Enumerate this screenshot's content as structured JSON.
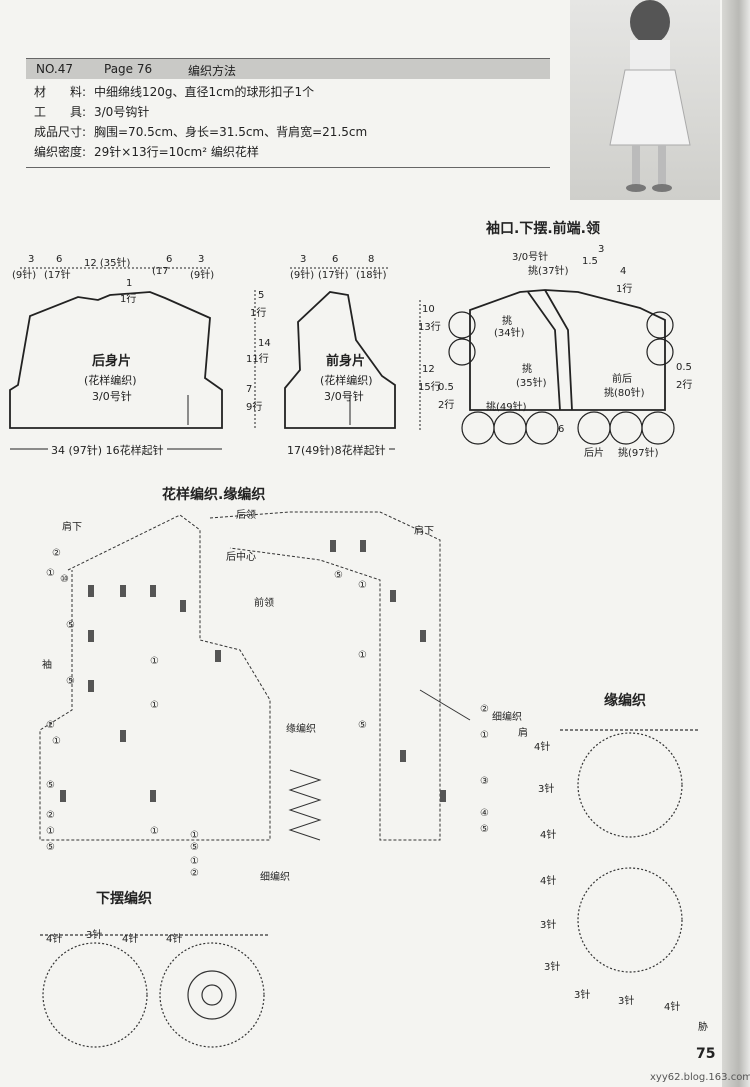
{
  "header": {
    "no": "NO.47",
    "page": "Page 76",
    "method": "编织方法",
    "rows": [
      {
        "label": "材　　料:",
        "value": "中细绵线120g、直径1cm的球形扣子1个"
      },
      {
        "label": "工　　具:",
        "value": "3/0号钩针"
      },
      {
        "label": "成品尺寸:",
        "value": "胸围=70.5cm、身长=31.5cm、背肩宽=21.5cm"
      },
      {
        "label": "编织密度:",
        "value": "29针×13行=10cm² 编织花样"
      }
    ]
  },
  "back": {
    "title": "后身片",
    "pattern": "(花样编织)",
    "hook": "3/0号针",
    "bottom": "34 (97针) 16花样起针",
    "top_dims": [
      "3",
      "6",
      "12 (35针)",
      "6",
      "3"
    ],
    "top_sts": [
      "(9针)",
      "(17针",
      "(17",
      "(9针)"
    ],
    "side": [
      "5",
      "1行",
      "14",
      "11行",
      "7",
      "9行"
    ],
    "neck": "1行",
    "neck2": "1"
  },
  "front": {
    "title": "前身片",
    "pattern": "(花样编织)",
    "hook": "3/0号针",
    "bottom": "17(49针)8花样起针",
    "top_dims": [
      "3",
      "6",
      "8"
    ],
    "top_sts": [
      "(9针)",
      "(17针)",
      "(18针)"
    ],
    "side": [
      "10",
      "13行",
      "12",
      "15行",
      "0.5",
      "2行"
    ]
  },
  "cuff": {
    "title": "袖口.下摆.前端.领",
    "hook": "3/0号针",
    "labels": [
      "挑(37针)",
      "1.5",
      "3",
      "4",
      "1行",
      "挑",
      "(34针)",
      "挑",
      "(35针)",
      "挑(49针)",
      "前后",
      "挑(80针)",
      "0.5",
      "2行",
      "6",
      "后片",
      "挑(97针)",
      "0.5",
      "2行"
    ]
  },
  "chart": {
    "title": "花样编织.缘编织",
    "labels": [
      "肩下",
      "后领",
      "肩下",
      "后中心",
      "前领",
      "袖",
      "缘编织",
      "细编织",
      "细编织"
    ],
    "rows": [
      "②",
      "①",
      "⑩",
      "⑤",
      "①",
      "⑤",
      "①",
      "②",
      "①",
      "⑤",
      "①",
      "②",
      "①",
      "⑤",
      "①",
      "⑤",
      "①",
      "②",
      "①",
      "⑤",
      "①",
      "⑤",
      "②",
      "①",
      "③",
      "④",
      "⑤"
    ]
  },
  "edge": {
    "title": "缘编织",
    "shoulder": "肩",
    "counts": [
      "4针",
      "3针",
      "4针",
      "4针",
      "3针",
      "3针",
      "3针",
      "3针",
      "4针"
    ],
    "end": "胁"
  },
  "hem": {
    "title": "下摆编织",
    "counts": [
      "4针",
      "3针",
      "4针",
      "4针"
    ]
  },
  "page_number": "75",
  "watermark": "xyy62.blog.163.com"
}
